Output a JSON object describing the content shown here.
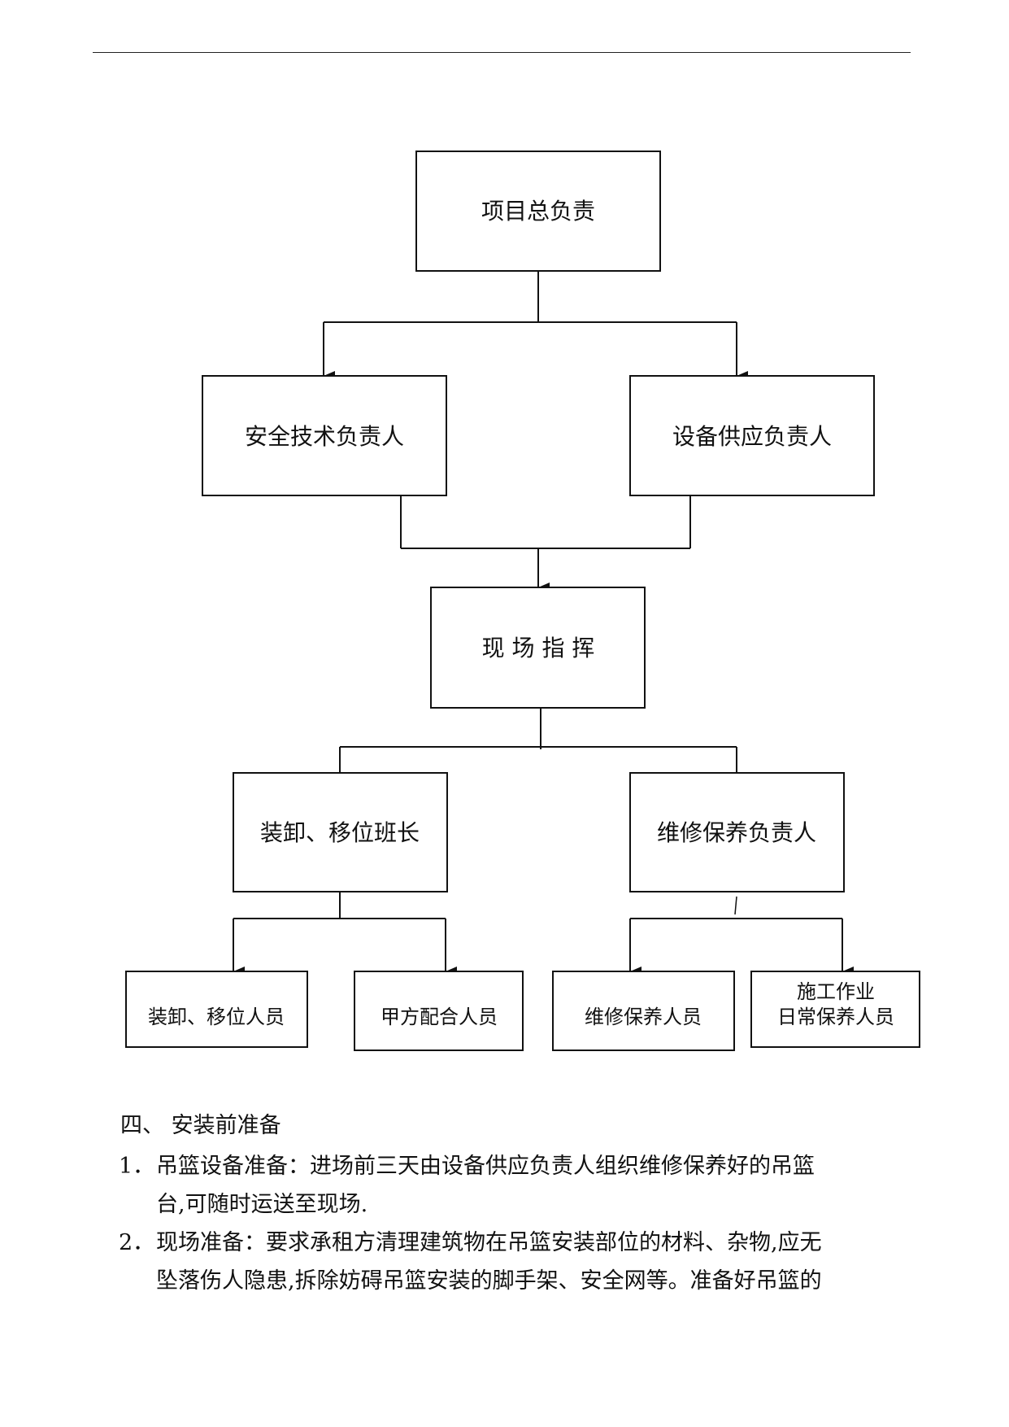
{
  "diagram": {
    "root": "项目总负责",
    "safety_tech_lead": "安全技术负责人",
    "equipment_supply_lead": "设备供应负责人",
    "site_command": "现 场 指 挥",
    "loading_team_leader": "装卸、移位班长",
    "maintenance_lead": "维修保养负责人",
    "loading_staff": "装卸、移位人员",
    "client_staff": "甲方配合人员",
    "maintenance_staff": "维修保养人员",
    "daily_maintenance_staff_line1": "施工作业",
    "daily_maintenance_staff_line2": "日常保养人员"
  },
  "section": {
    "heading": "四、  安装前准备",
    "items": [
      {
        "number": "1．",
        "line1": "吊篮设备准备：进场前三天由设备供应负责人组织维修保养好的吊篮",
        "line2": "台,可随时运送至现场."
      },
      {
        "number": "2．",
        "line1": "现场准备：要求承租方清理建筑物在吊篮安装部位的材料、杂物,应无",
        "line2": "坠落伤人隐患,拆除妨碍吊篮安装的脚手架、安全网等。准备好吊篮的"
      }
    ]
  }
}
